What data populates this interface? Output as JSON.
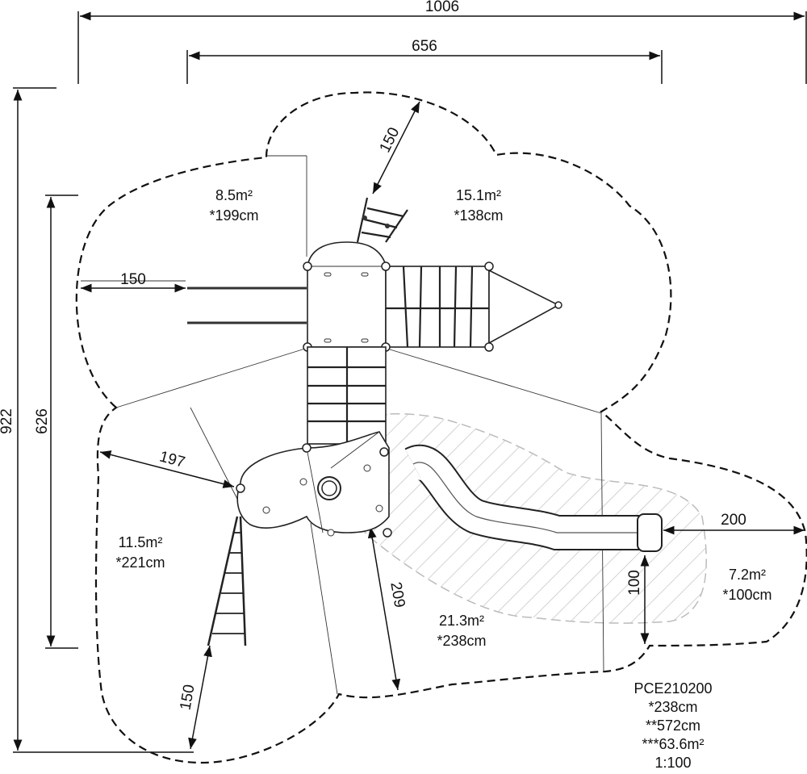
{
  "dimensions": {
    "total_width": "1006",
    "inner_width": "656",
    "total_height": "922",
    "inner_height": "626",
    "clearance_left": "150",
    "clearance_ladder": "150",
    "clearance_top": "150",
    "clearance_197": "197",
    "clearance_209": "209",
    "clearance_slide_end": "200",
    "clearance_slide_exit": "100"
  },
  "areas": [
    {
      "area": "8.5m²",
      "height": "*199cm"
    },
    {
      "area": "15.1m²",
      "height": "*138cm"
    },
    {
      "area": "11.5m²",
      "height": "*221cm"
    },
    {
      "area": "21.3m²",
      "height": "*238cm"
    },
    {
      "area": "7.2m²",
      "height": "*100cm"
    }
  ],
  "product": {
    "code": "PCE210200",
    "free_fall_height": "*238cm",
    "total_height": "**572cm",
    "total_area": "***63.6m²",
    "scale": "1:100"
  }
}
